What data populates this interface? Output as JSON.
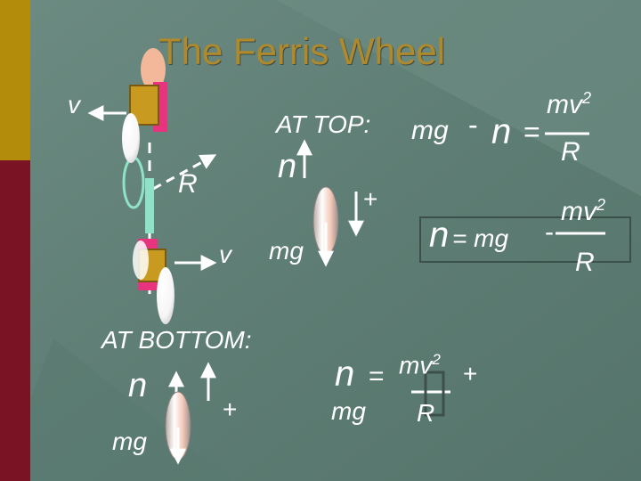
{
  "title": "The Ferris Wheel",
  "colors": {
    "background": "#5e7d74",
    "left_band": "#b48c0b",
    "left_band_bottom": "#7a1424",
    "title": "#b08a2a",
    "text": "#ffffff",
    "seat_pink": "#e8347f",
    "rider_skin": "#f3b89a",
    "seat_gold": "#c99a20",
    "arm_cyan": "#8fe2c8"
  },
  "labels": {
    "v_top": "v",
    "v_bottom": "v",
    "R_radius": "R",
    "at_top": "AT TOP:",
    "at_bottom": "AT BOTTOM:"
  },
  "top_forces": {
    "n": "n",
    "mg": "mg",
    "plus": "+"
  },
  "bottom_forces": {
    "n": "n",
    "mg": "mg",
    "plus": "+"
  },
  "equations": {
    "top_eq": {
      "lhs_mg": "mg",
      "minus": "-",
      "lhs_n": "n",
      "equals": "=",
      "num": "mv",
      "exp": "2",
      "den": "R"
    },
    "top_solved": {
      "n": "n",
      "rhs": "= mg",
      "minus": "-",
      "num": "mv",
      "exp": "2",
      "den": "R"
    },
    "bottom_solved": {
      "n": "n",
      "equals": "=",
      "num": "mv",
      "exp": "2",
      "den": "R",
      "plus": "+",
      "mg": "mg"
    }
  }
}
